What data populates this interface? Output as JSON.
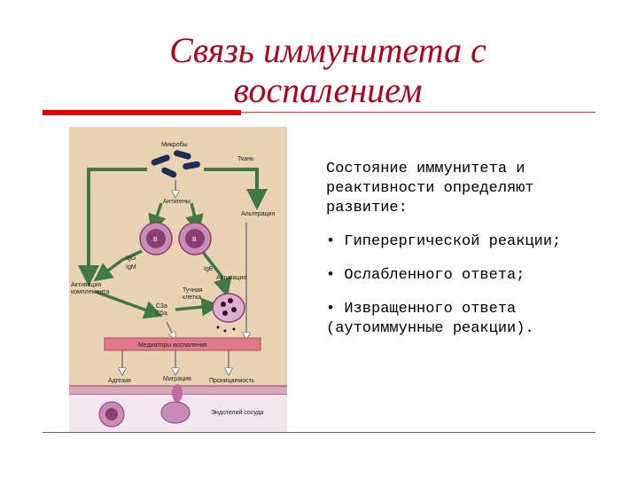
{
  "title": {
    "line1": "Связь иммунитета с",
    "line2": "воспалением"
  },
  "body": {
    "intro": "Состояние иммунитета и реактивности определяют развитие:",
    "bullets": [
      "• Гиперергической реакции;",
      "• Ослабленного ответа;",
      "• Извращенного ответа (аутоиммунные реакции)."
    ]
  },
  "figure": {
    "microbes": "Микробы",
    "tissue": "Ткань",
    "antigens": "Антигены",
    "alteration": "Альтерация",
    "b_cell_1": "В",
    "b_cell_2": "В",
    "igg": "IgG",
    "igm": "IgM",
    "ige": "IgE",
    "complement_1": "Активация",
    "complement_2": "комплемента",
    "activation": "Активация",
    "mast_1": "Тучная",
    "mast_2": "клетка",
    "c3a": "С3а",
    "c5a": "С5а",
    "mediators": "Медиаторы воспаления",
    "adhesion": "Адгезия",
    "migration": "Миграция",
    "permeability": "Проницаемость",
    "endothelium": "Эндотелий сосуда"
  },
  "colors": {
    "title": "#b00020",
    "rule": "#e00000",
    "figure_bg": "#e9d3b2",
    "arrow": "#3f7a46",
    "cell": "#a24a86",
    "mediator_bar": "#e07a8a",
    "vessel": "#d7a8b8"
  }
}
